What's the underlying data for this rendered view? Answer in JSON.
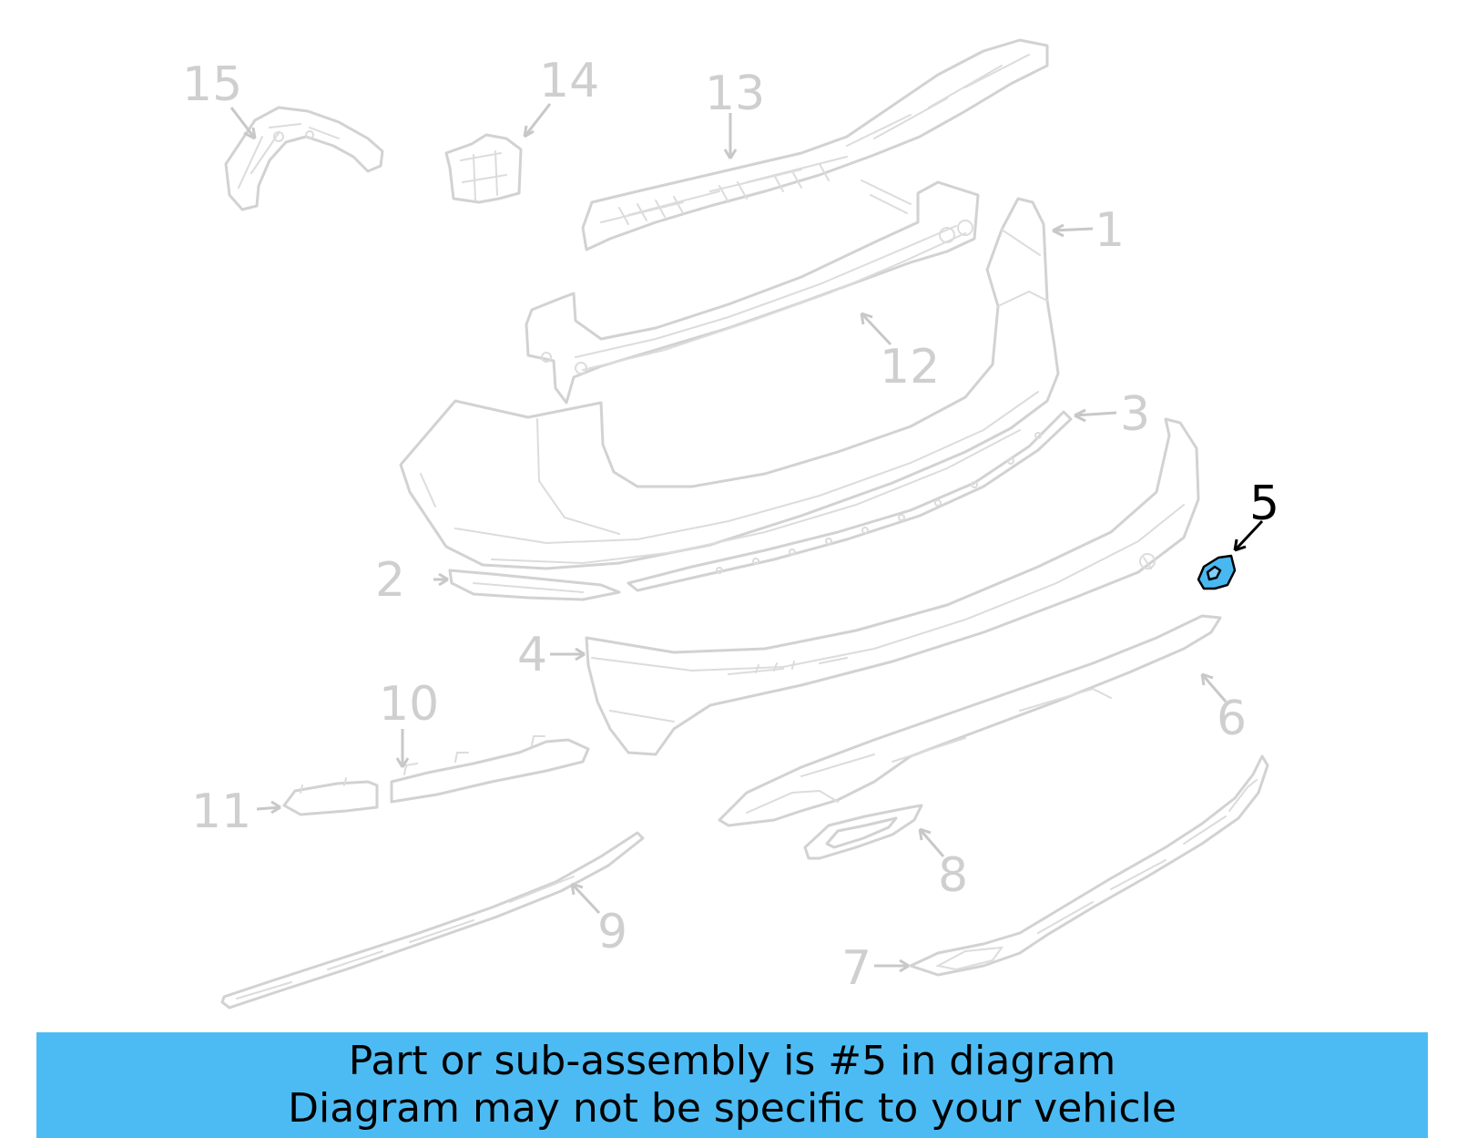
{
  "callouts": {
    "c1": "1",
    "c2": "2",
    "c3": "3",
    "c4": "4",
    "c5": "5",
    "c6": "6",
    "c7": "7",
    "c8": "8",
    "c9": "9",
    "c10": "10",
    "c11": "11",
    "c12": "12",
    "c13": "13",
    "c14": "14",
    "c15": "15"
  },
  "highlight": {
    "part_number": "5",
    "color": "#4ab8f0"
  },
  "banner": {
    "line1": "Part or sub-assembly is #5 in diagram",
    "line2": "Diagram may not be specific to your vehicle",
    "background": "#4dbbf3"
  },
  "colors": {
    "ghost_parts": "#d2d2d2",
    "callout_text": "#cfcfcf"
  }
}
